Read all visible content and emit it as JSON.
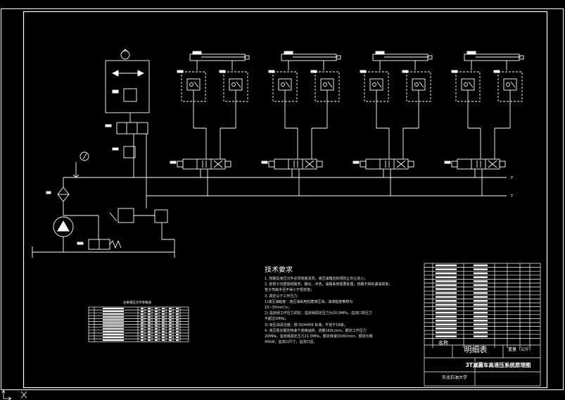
{
  "valve_labels": {
    "pressure_line": "P",
    "tank_line": "T"
  },
  "requirements": {
    "title": "技术要求",
    "lines": [
      "1. 管路及液压元件必须彻底清洗，液压油箱应封闭防止灰尘进入；",
      "2. 各管子内壁需经酸洗、磷化、冲洗，油路系统需要处理，管路不得有漏油现象；",
      "   管子弯曲半径不得小于规定值；",
      "3. 调定以下工作压力：",
      "   1)液压油粘度：液压油采用抗磨液压油，油液粘度推荐为",
      "   15~35mm²/s；",
      "   2) 溢流阀工作压力调定：溢流阀调定压力为20.0MPa，溢流口背压力",
      "   不超过1MPa；",
      "   3) 液压油清洁度：按 ISO4406 标准，不低于19级；",
      "4. 液压泵在额定转速下连续运转，流量160L/min，额定工作压力",
      "   20MPa，溢流阀调定压力21.5MPa，额定转速1500r/min，额定功率",
      "   45kW，溢流口尺寸，溢流口径。"
    ]
  },
  "title_block": {
    "bom_label": "明细表",
    "name_label": "名称",
    "weight_label": "重量（公斤）",
    "drawing_title": "3T减震车高液压系统原理图",
    "school": "东北石油大学"
  },
  "parts_table_caption": "主要液压元件参数表"
}
